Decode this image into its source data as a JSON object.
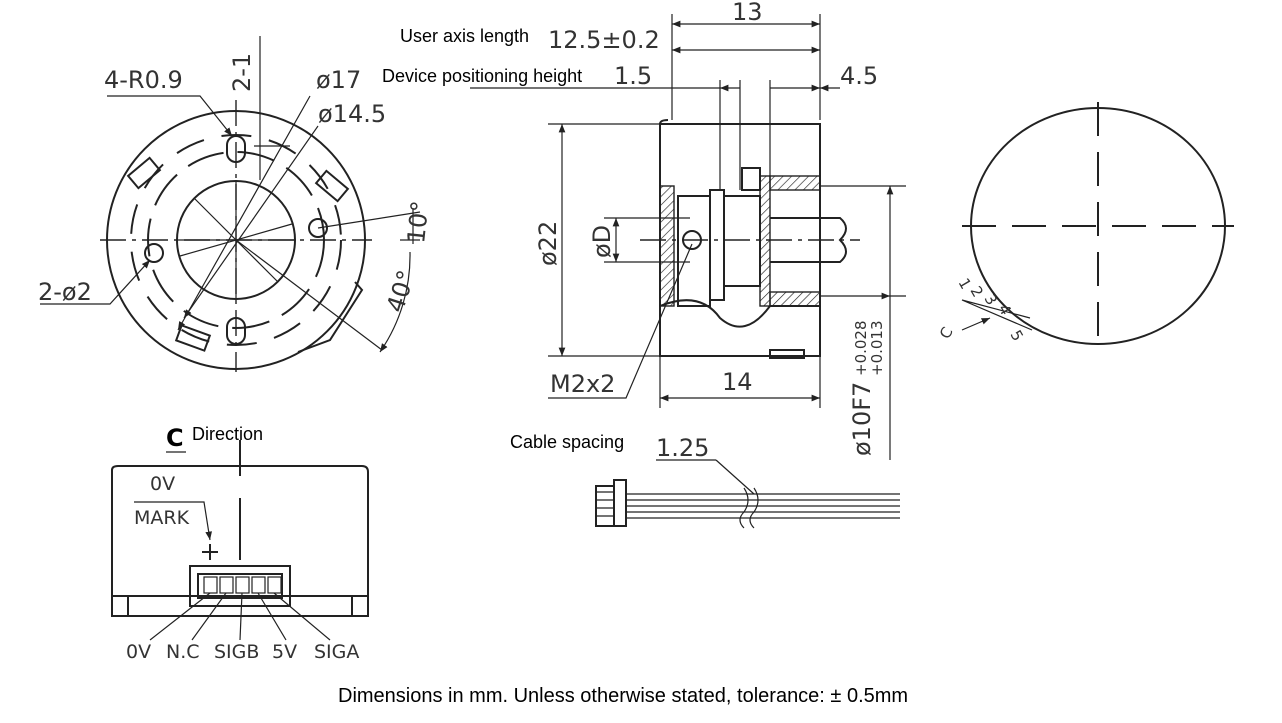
{
  "annotations": {
    "user_axis_length": "User axis length",
    "device_positioning_height": "Device positioning height",
    "direction": "Direction",
    "cable_spacing": "Cable spacing",
    "footer_note": "Dimensions in mm. Unless otherwise stated, tolerance: ± 0.5mm"
  },
  "front_view": {
    "r09": "4-R0.9",
    "slot": "2-1",
    "d17": "ø17",
    "d145": "ø14.5",
    "holes": "2-ø2",
    "ang10": "10°",
    "ang40": "40°"
  },
  "side_view": {
    "len13": "13",
    "len125": "12.5±0.2",
    "len15": "1.5",
    "len45": "4.5",
    "d22": "ø22",
    "dD": "øD",
    "m2": "M2x2",
    "len14": "14",
    "shaft_fit": "ø10F7",
    "tol_upper": "+0.028",
    "tol_lower": "+0.013"
  },
  "connector_view": {
    "view_letter": "C",
    "ov_top": "0V",
    "mark": "MARK",
    "pins": [
      "0V",
      "N.C",
      "SIGB",
      "5V",
      "SIGA"
    ]
  },
  "cable": {
    "pitch": "1.25"
  },
  "circle_view": {
    "pin_numbers": [
      "1",
      "2",
      "3",
      "4",
      "5"
    ],
    "c_label": "C"
  }
}
